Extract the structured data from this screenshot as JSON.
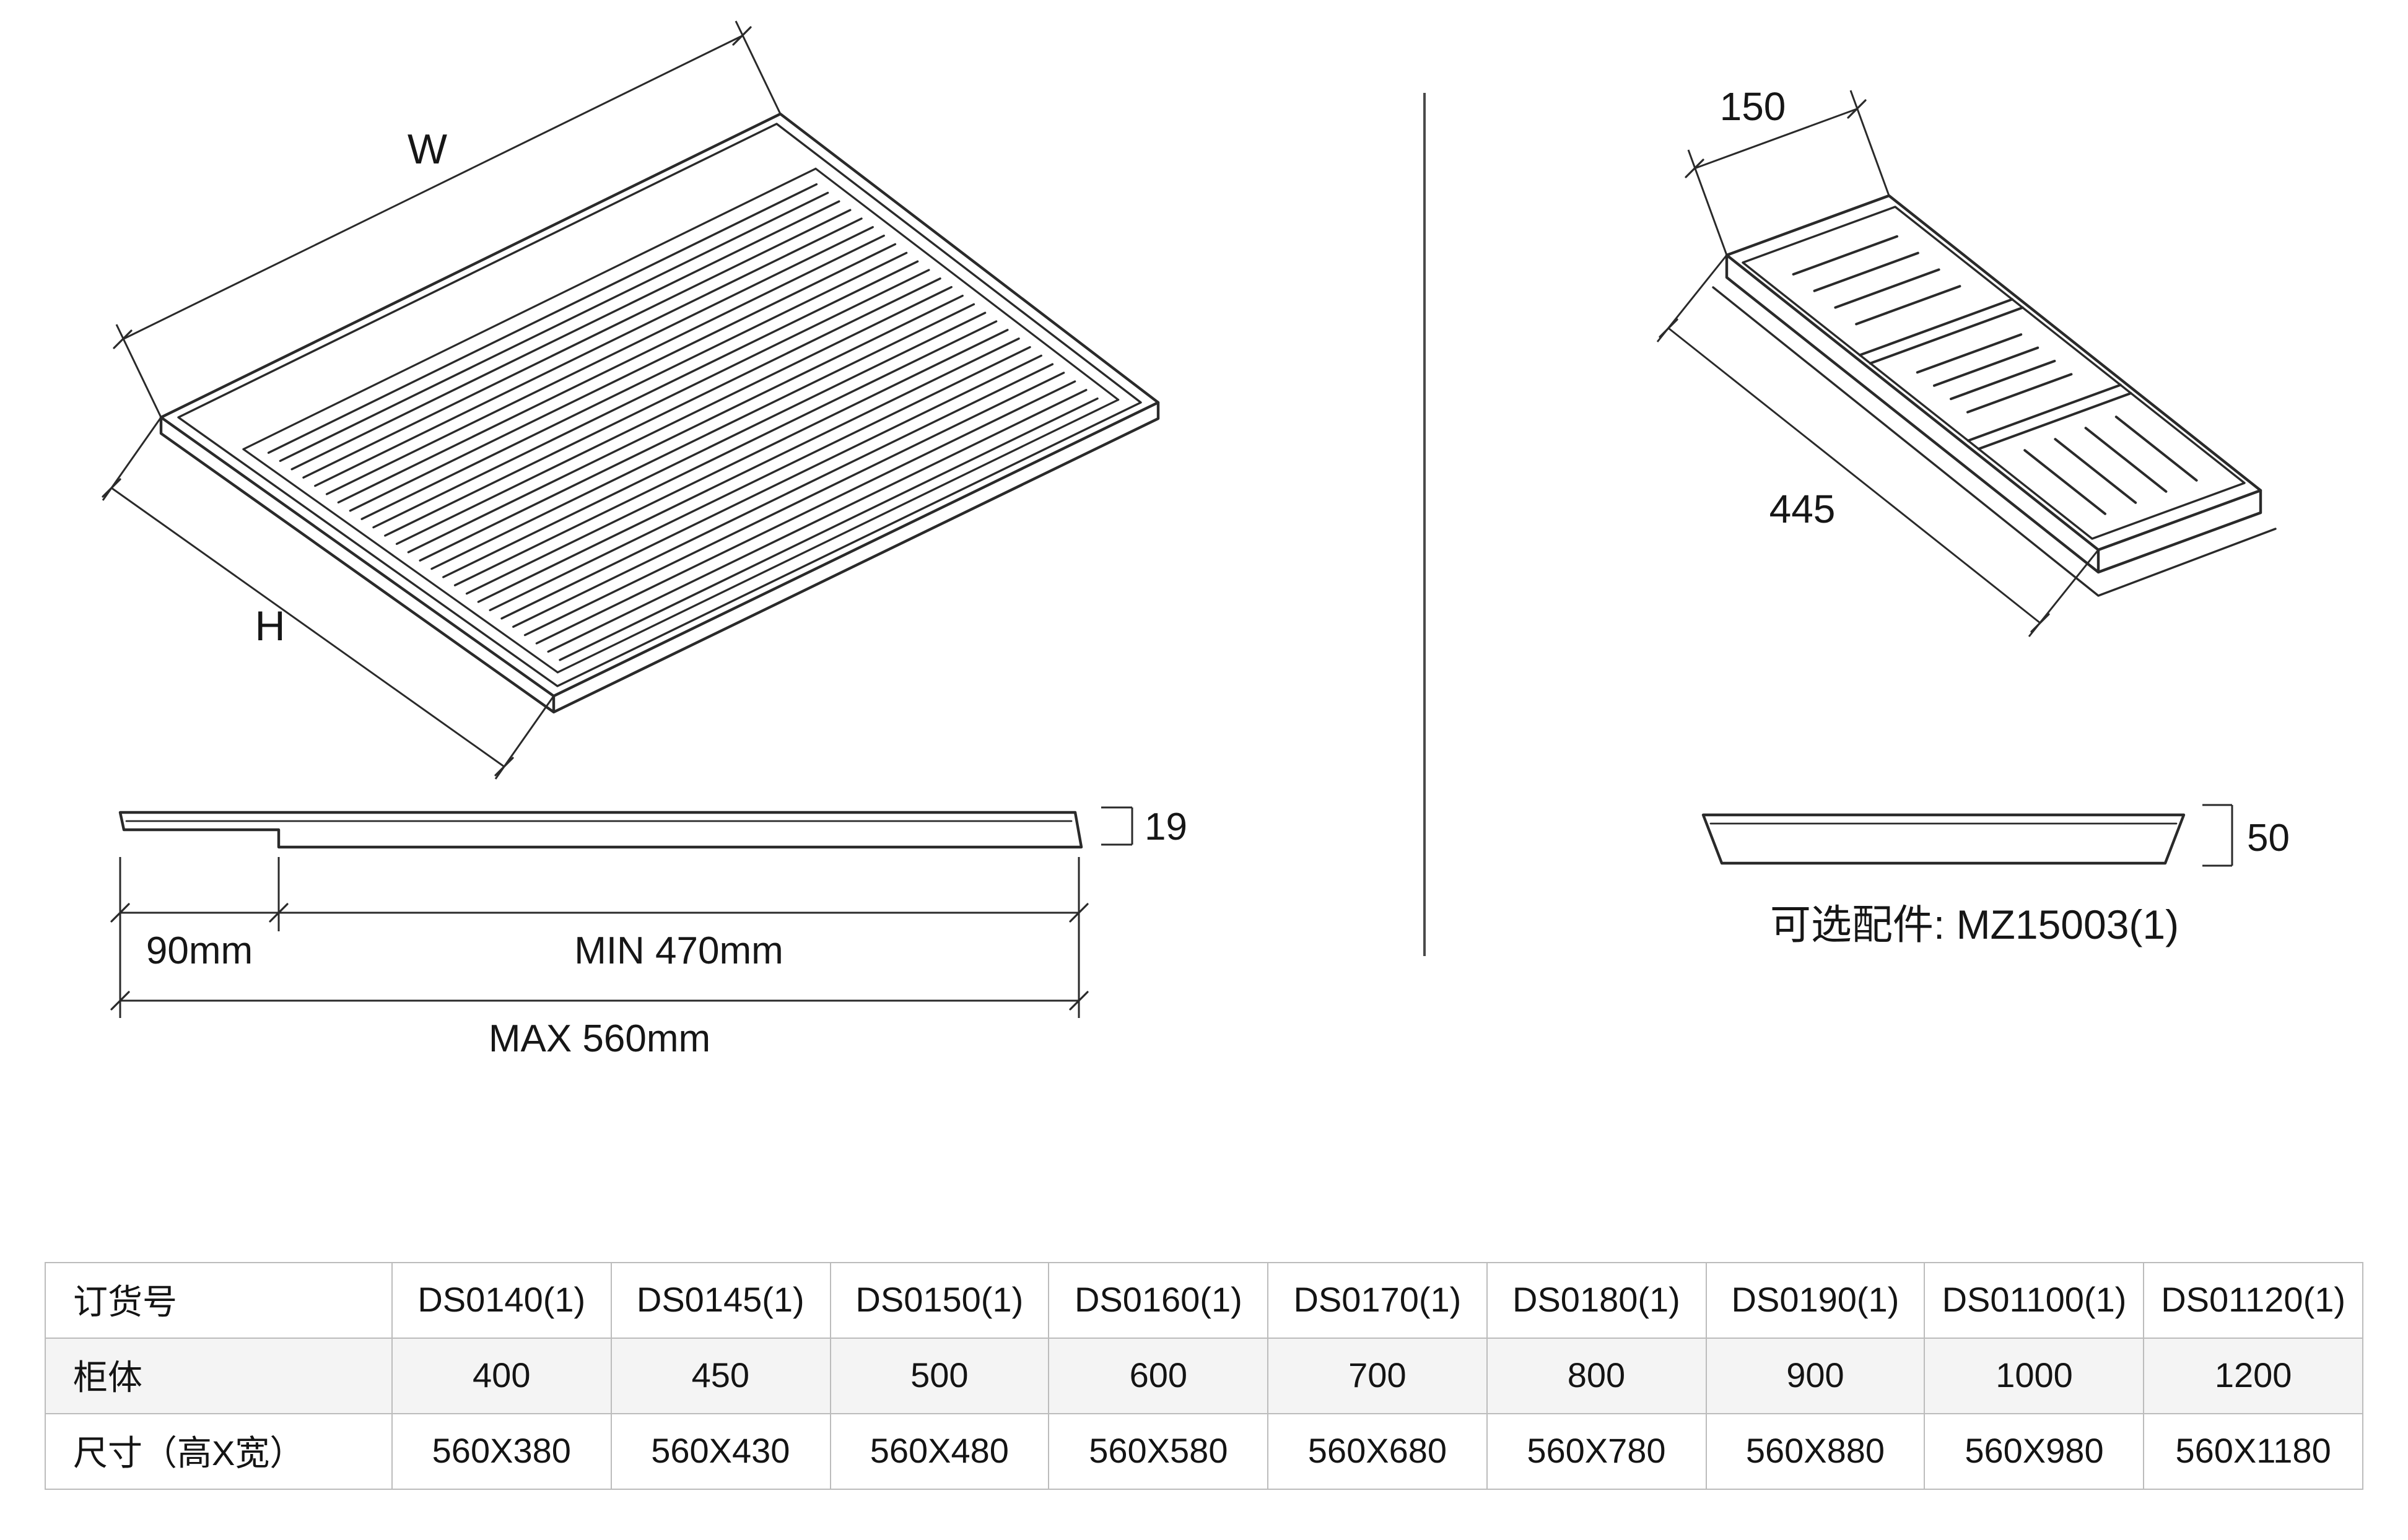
{
  "figure_left": {
    "dim_w": "W",
    "dim_h": "H",
    "profile": {
      "thickness": "19",
      "lip": "90mm",
      "min": "MIN 470mm",
      "max": "MAX 560mm"
    }
  },
  "figure_right": {
    "width": "150",
    "length": "445",
    "height": "50",
    "caption": "可选配件: MZ15003(1)"
  },
  "table": {
    "rows": [
      {
        "label": "订货号",
        "values": [
          "DS0140(1)",
          "DS0145(1)",
          "DS0150(1)",
          "DS0160(1)",
          "DS0170(1)",
          "DS0180(1)",
          "DS0190(1)",
          "DS01100(1)",
          "DS01120(1)"
        ]
      },
      {
        "label": "柜体",
        "values": [
          "400",
          "450",
          "500",
          "600",
          "700",
          "800",
          "900",
          "1000",
          "1200"
        ]
      },
      {
        "label": "尺寸（高X宽）",
        "values": [
          "560X380",
          "560X430",
          "560X480",
          "560X580",
          "560X680",
          "560X780",
          "560X880",
          "560X980",
          "560X1180"
        ]
      }
    ]
  },
  "colors": {
    "line": "#2a2a2a",
    "table_border": "#bcbcbc",
    "alt_row_bg": "#f4f4f4"
  }
}
